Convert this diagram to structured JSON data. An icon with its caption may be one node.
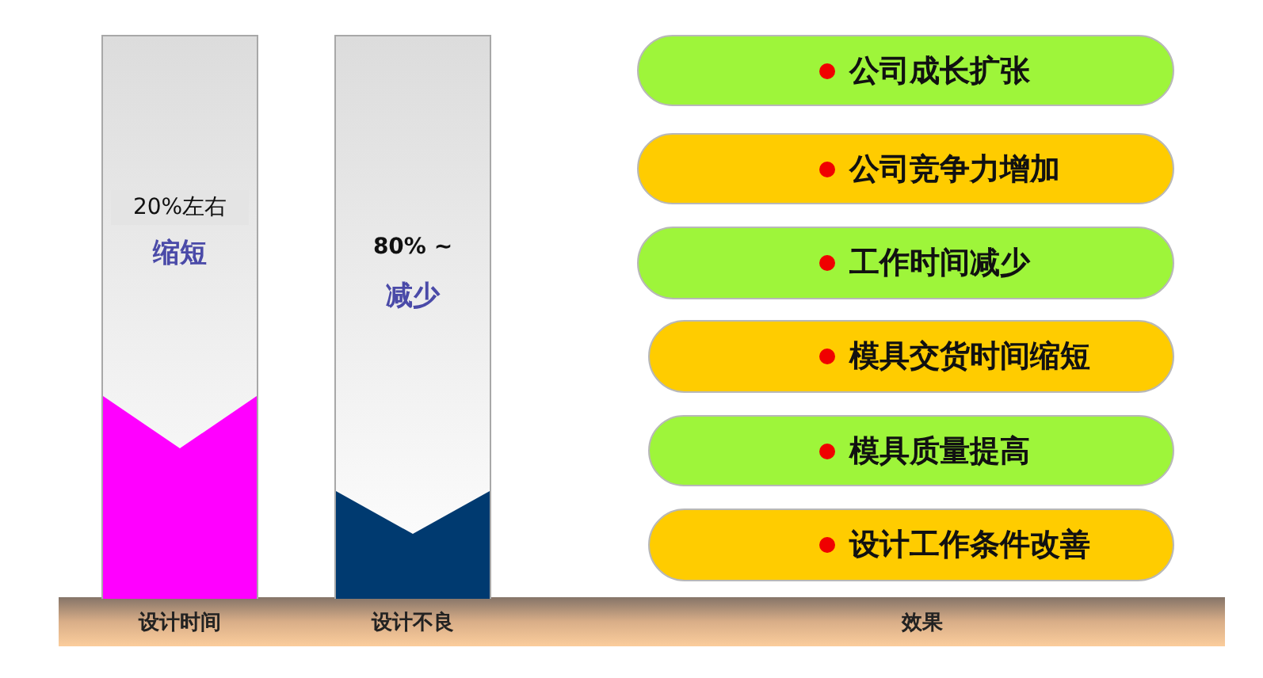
{
  "diagram": {
    "nodes": [
      {
        "text": [
          "20%左右",
          "缩短"
        ],
        "beside": [
          "设计时间"
        ]
      },
      {
        "text": [
          "80% ~",
          "减少"
        ],
        "beside": [
          "设计不良"
        ]
      },
      {
        "text": [
          "公司成长扩张"
        ]
      },
      {
        "text": [
          "公司竞争力增加"
        ]
      },
      {
        "text": [
          "工作时间减少"
        ]
      },
      {
        "text": [
          "模具交货时间缩短"
        ]
      },
      {
        "text": [
          "模具质量提高"
        ]
      },
      {
        "text": [
          "设计工作条件改善"
        ]
      }
    ],
    "labels": [
      "效果"
    ]
  }
}
